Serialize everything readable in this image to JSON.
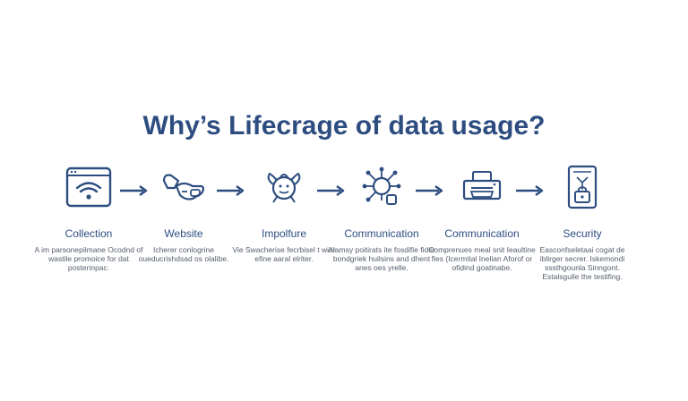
{
  "title": "Why’s Lifecrage of data usage?",
  "colors": {
    "primary": "#2d4d80",
    "text": "#555e6b",
    "background": "#ffffff"
  },
  "steps": [
    {
      "label": "Collection",
      "icon": "wifi-browser-icon",
      "desc": "A im parsonepilmane Ocodnd of wastile promoice for dat posterinpac."
    },
    {
      "label": "Website",
      "icon": "handshake-icon",
      "desc": "Icherer conlogrine oueducrishdsad os olalibe."
    },
    {
      "label": "Impolfure",
      "icon": "emblem-icon",
      "desc": "Vie Swacherise fecrbisel t wier efine aaral elriter."
    },
    {
      "label": "Communication",
      "icon": "network-icon",
      "desc": "Alamsy poitirats ite fosdifie fider bondgriek huilsins and dhent anes oes yrelle."
    },
    {
      "label": "Communication",
      "icon": "printer-icon",
      "desc": "Comprenues meal snit Ieaultine fies (Icermital Inelian Aforof or ofidind goatinabe."
    },
    {
      "label": "Security",
      "icon": "document-lock-icon",
      "desc": "Easconfseletaai cogat de iblirger secrer. Iskemondi sssthgounla Sinngont. Estalsgulle the testifing."
    }
  ]
}
